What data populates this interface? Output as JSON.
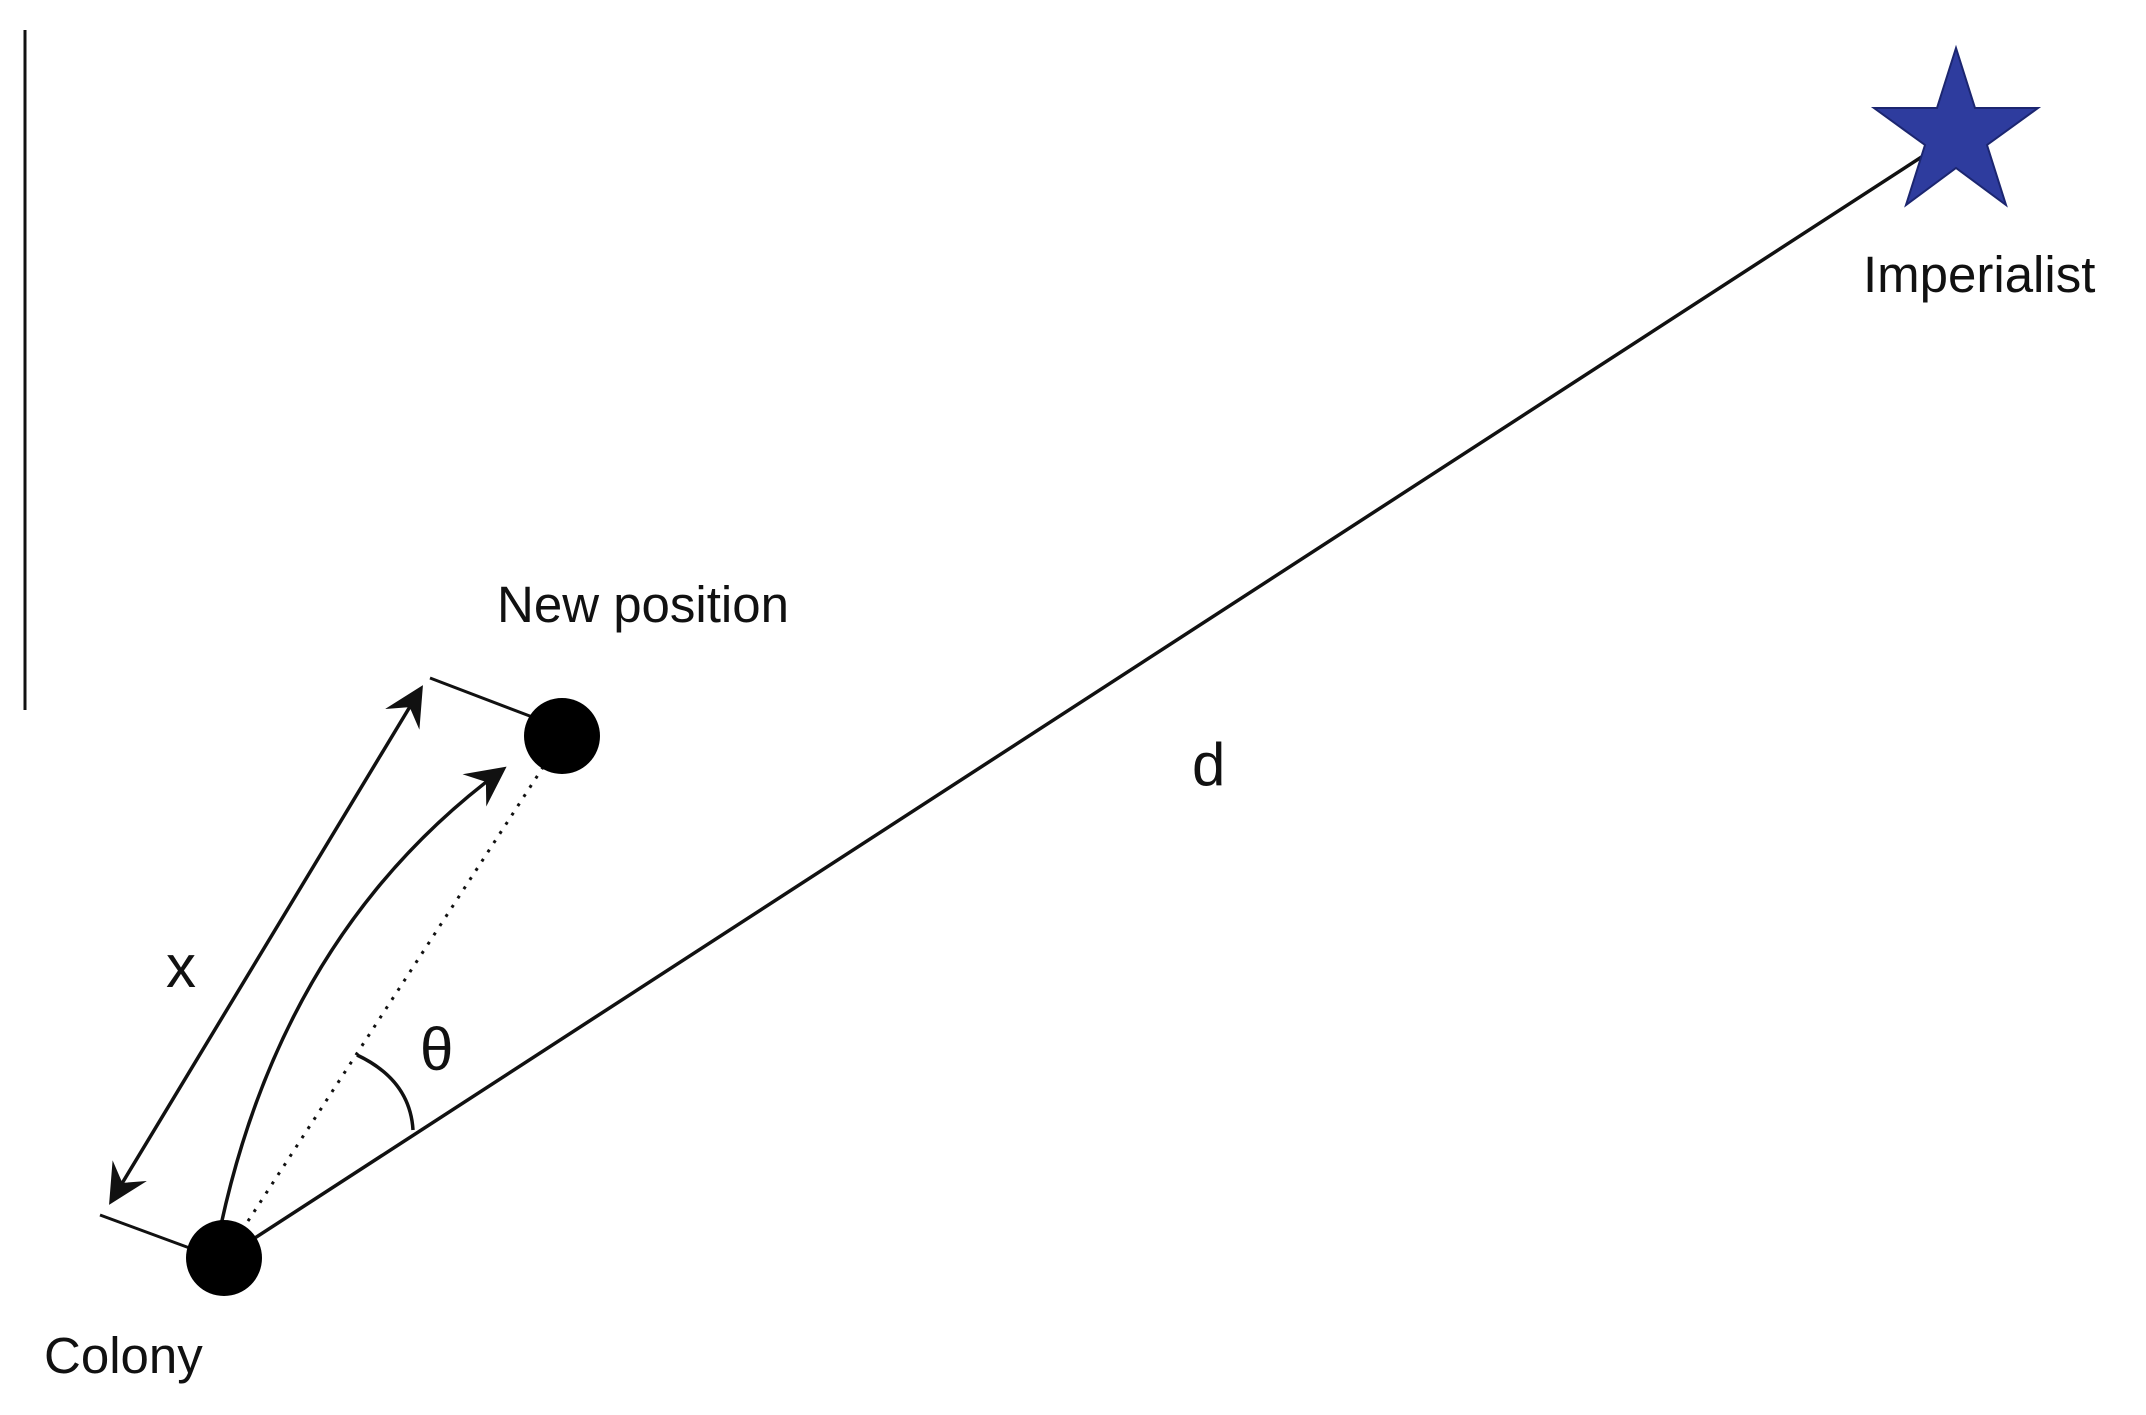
{
  "labels": {
    "imperialist": "Imperialist",
    "new_position": "New position",
    "colony": "Colony",
    "distance": "d",
    "step": "x",
    "angle": "θ"
  },
  "colors": {
    "imperialist_star": "#2e3c9e",
    "points": "#000000",
    "lines": "#111111"
  },
  "icons": {
    "imperialist": "star-icon",
    "colony": "filled-circle",
    "new_position": "filled-circle"
  }
}
